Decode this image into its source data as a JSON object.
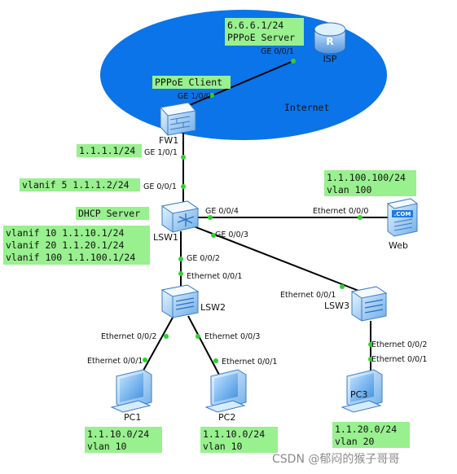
{
  "colors": {
    "cloud": "#0a74e8",
    "note_bg": "#98f08e",
    "link": "#000000",
    "port_dot": "#2fd22f",
    "device": "#5ea8f0"
  },
  "cloud_label": "Internet",
  "isp": {
    "name": "ISP",
    "note": [
      "6.6.6.1/24",
      "PPPoE Server"
    ],
    "port": "GE 0/0/1",
    "icon": "router-icon"
  },
  "fw1": {
    "name": "FW1",
    "note": "PPPoE Client",
    "port_up": "GE 1/0/0",
    "port_down": "GE 1/0/1",
    "note_ip": "1.1.1.1/24",
    "icon": "firewall-icon"
  },
  "lsw1": {
    "name": "LSW1",
    "note_uplink": "vlanif 5 1.1.1.2/24",
    "port_up": "GE 0/0/1",
    "note_dhcp": "DHCP Server",
    "vlanifs": [
      "vlanif 10 1.1.10.1/24",
      "vlanif 20 1.1.20.1/24",
      "vlanif 100 1.1.100.1/24"
    ],
    "port_web": "GE 0/0/4",
    "port_lsw3": "GE 0/0/3",
    "port_lsw2": "GE 0/0/2",
    "icon": "core-switch-icon"
  },
  "web": {
    "name": "Web",
    "port": "Ethernet 0/0/0",
    "note": [
      "1.1.100.100/24",
      "vlan 100"
    ],
    "badge": ".COM",
    "icon": "web-server-icon"
  },
  "lsw2": {
    "name": "LSW2",
    "port_up": "Ethernet 0/0/1",
    "port_pc1": "Ethernet 0/0/2",
    "port_pc2": "Ethernet 0/0/3",
    "icon": "switch-icon"
  },
  "lsw3": {
    "name": "LSW3",
    "port_up": "Ethernet 0/0/1",
    "port_down": "Ethernet 0/0/2",
    "icon": "switch-icon"
  },
  "pc1": {
    "name": "PC1",
    "port": "Ethernet 0/0/1",
    "note": [
      "1.1.10.0/24",
      "vlan 10"
    ],
    "icon": "pc-icon"
  },
  "pc2": {
    "name": "PC2",
    "port": "Ethernet 0/0/1",
    "note": [
      "1.1.10.0/24",
      "vlan 10"
    ],
    "icon": "pc-icon"
  },
  "pc3": {
    "name": "PC3",
    "port": "Ethernet 0/0/1",
    "note": [
      "1.1.20.0/24",
      "vlan 20"
    ],
    "icon": "pc-icon"
  },
  "watermark": "CSDN @郁闷的猴子哥哥"
}
